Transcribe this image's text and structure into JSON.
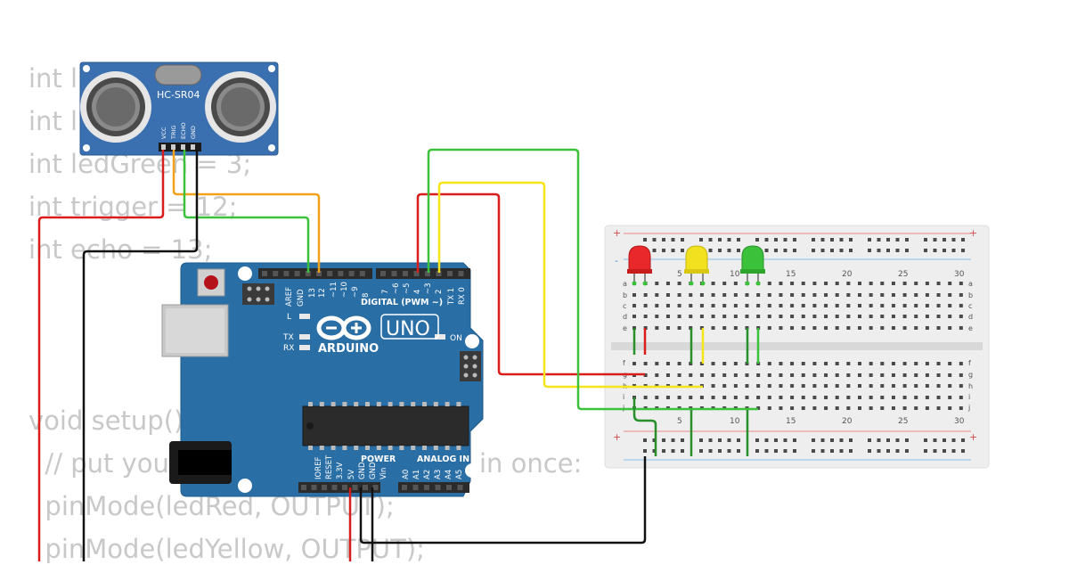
{
  "code": {
    "lines": [
      "int l",
      "int l",
      "int ledGreen = 3;",
      "int trigger = 12;",
      "int echo = 13;",
      "void setup()",
      "  // put you",
      "in once:",
      "  pinMode(ledRed, OUTPUT);",
      "  pinMode(ledYellow, OUTPUT);"
    ]
  },
  "sensor": {
    "model": "HC-SR04",
    "pins": [
      "VCC",
      "TRIG",
      "ECHO",
      "GND"
    ]
  },
  "arduino": {
    "brand": "ARDUINO",
    "model": "UNO",
    "digital_header_label": "DIGITAL (PWM ~)",
    "power_header_label": "POWER",
    "analog_header_label": "ANALOG IN",
    "on_label": "ON",
    "led_labels": [
      "L",
      "TX",
      "RX"
    ],
    "digital_pins_left": [
      "AREF",
      "GND",
      "13",
      "12",
      "~11",
      "~10",
      "~9",
      "8"
    ],
    "digital_pins_right": [
      "7",
      "~6",
      "~5",
      "4",
      "~3",
      "2",
      "TX 1",
      "RX 0"
    ],
    "power_pins": [
      "IOREF",
      "RESET",
      "3.3V",
      "5V",
      "GND",
      "GND",
      "Vin"
    ],
    "analog_pins": [
      "A0",
      "A1",
      "A2",
      "A3",
      "A4",
      "A5"
    ]
  },
  "breadboard": {
    "top_row_letters": [
      "a",
      "b",
      "c",
      "d",
      "e"
    ],
    "bottom_row_letters": [
      "f",
      "g",
      "h",
      "i",
      "j"
    ],
    "column_numbers": [
      "5",
      "10",
      "15",
      "20",
      "25",
      "30"
    ],
    "rail_plus": "+",
    "rail_minus": "-"
  },
  "leds": [
    {
      "name": "red",
      "color": "#e8282a"
    },
    {
      "name": "yellow",
      "color": "#f2e11f"
    },
    {
      "name": "green",
      "color": "#3cc23a"
    }
  ],
  "wire_colors": {
    "red": "#d91c1c",
    "orange": "#f2a21a",
    "green": "#3cc23a",
    "yellow": "#f5e51b",
    "black": "#111111"
  },
  "board_color": "#2a6ea6",
  "sensor_color": "#3a6fb0"
}
